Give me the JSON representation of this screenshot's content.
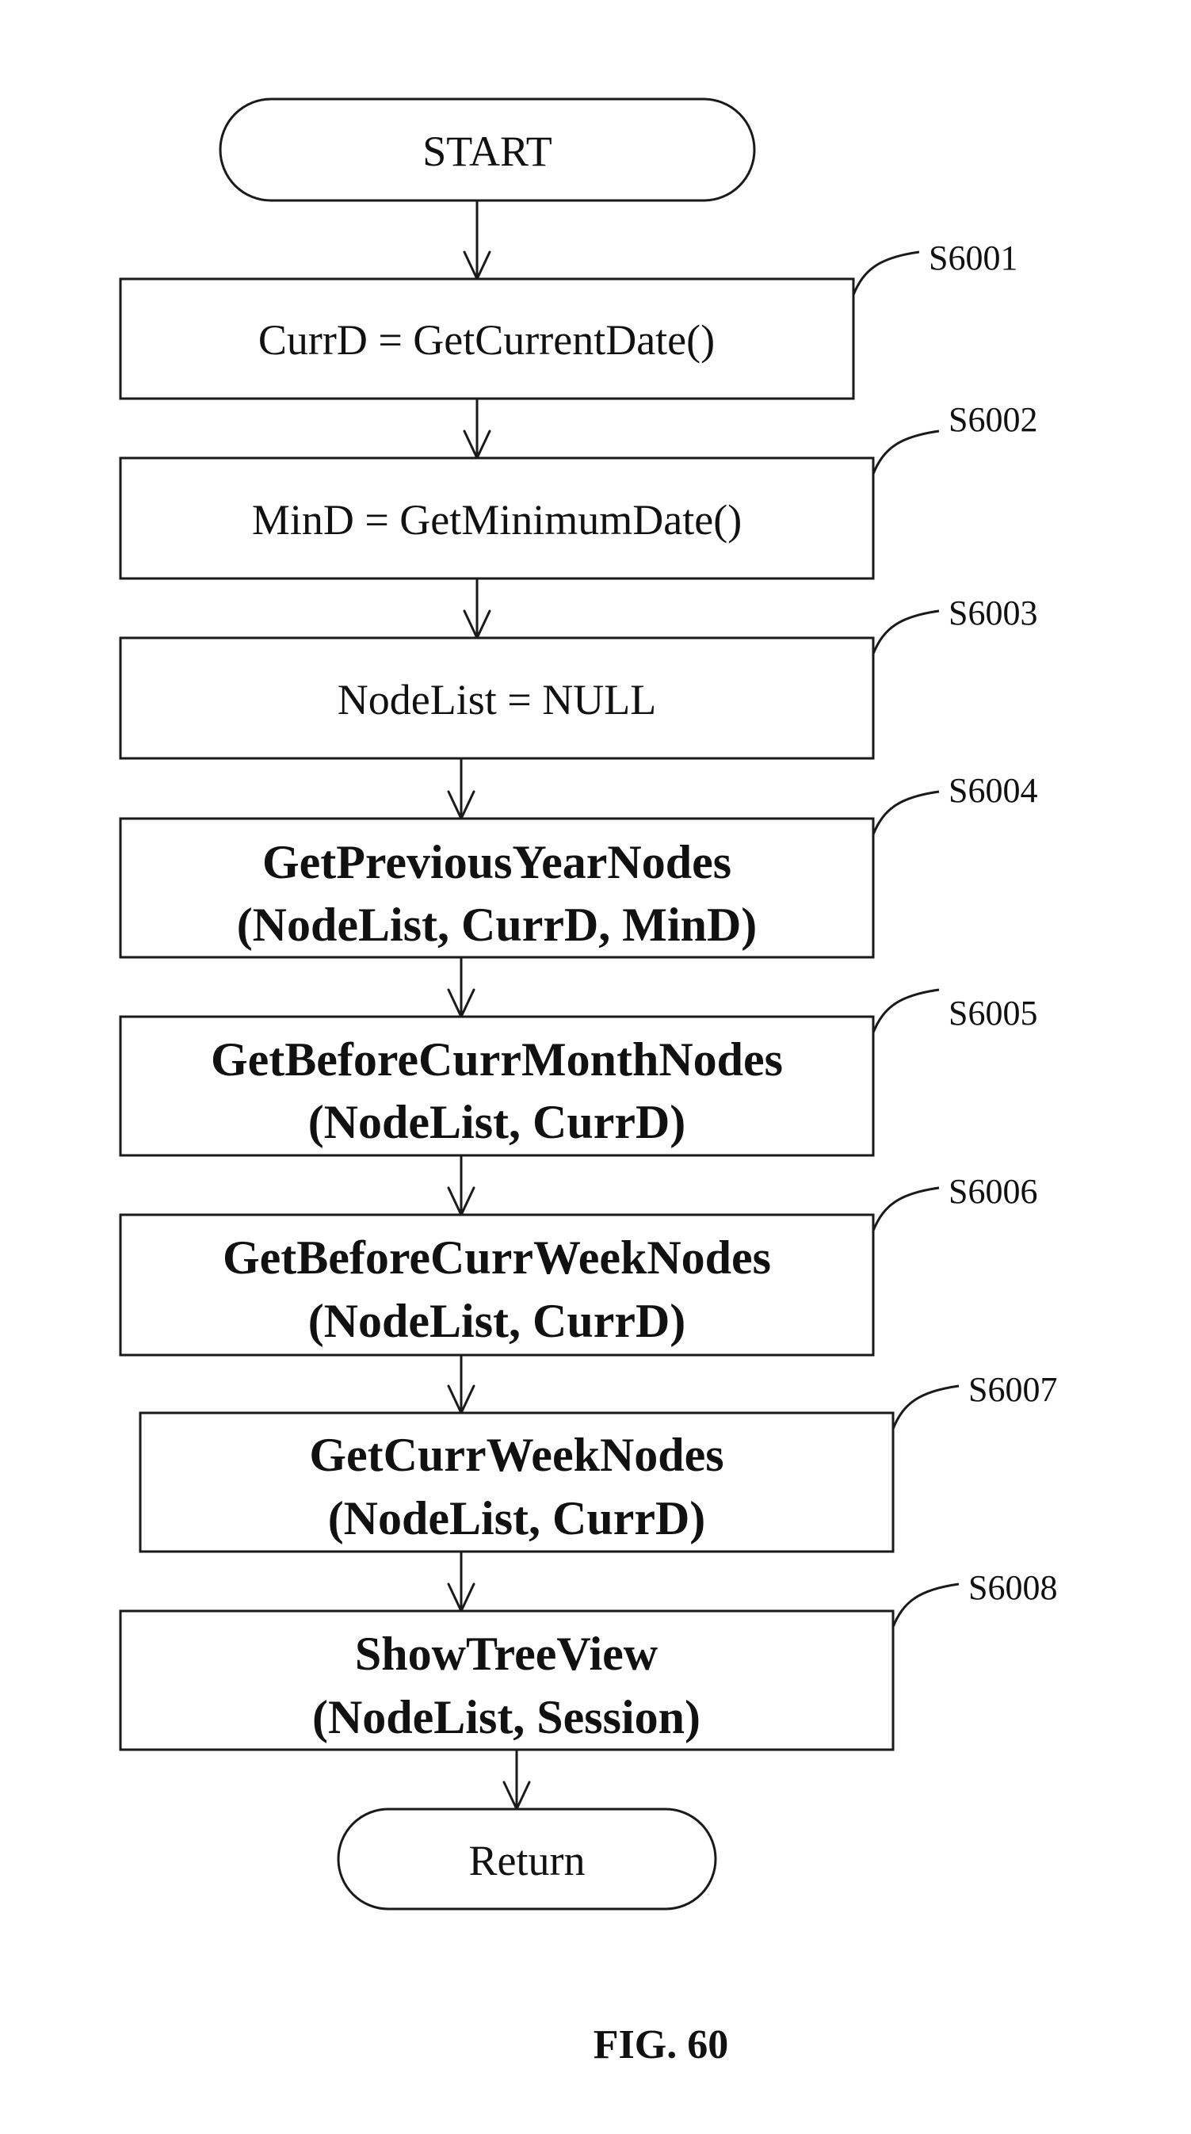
{
  "figure_label": "FIG. 60",
  "terminals": {
    "start": "START",
    "end": "Return"
  },
  "steps": [
    {
      "id": "S6001",
      "lines": [
        "CurrD = GetCurrentDate()"
      ],
      "bold": false
    },
    {
      "id": "S6002",
      "lines": [
        "MinD = GetMinimumDate()"
      ],
      "bold": false
    },
    {
      "id": "S6003",
      "lines": [
        "NodeList = NULL"
      ],
      "bold": false
    },
    {
      "id": "S6004",
      "lines": [
        "GetPreviousYearNodes",
        "(NodeList, CurrD, MinD)"
      ],
      "bold": true
    },
    {
      "id": "S6005",
      "lines": [
        "GetBeforeCurrMonthNodes",
        "(NodeList, CurrD)"
      ],
      "bold": true
    },
    {
      "id": "S6006",
      "lines": [
        "GetBeforeCurrWeekNodes",
        "(NodeList, CurrD)"
      ],
      "bold": true
    },
    {
      "id": "S6007",
      "lines": [
        "GetCurrWeekNodes",
        "(NodeList, CurrD)"
      ],
      "bold": true
    },
    {
      "id": "S6008",
      "lines": [
        "ShowTreeView",
        "(NodeList, Session)"
      ],
      "bold": true
    }
  ],
  "colors": {
    "stroke": "#1a1a1a",
    "text": "#111111",
    "background": "#ffffff"
  }
}
